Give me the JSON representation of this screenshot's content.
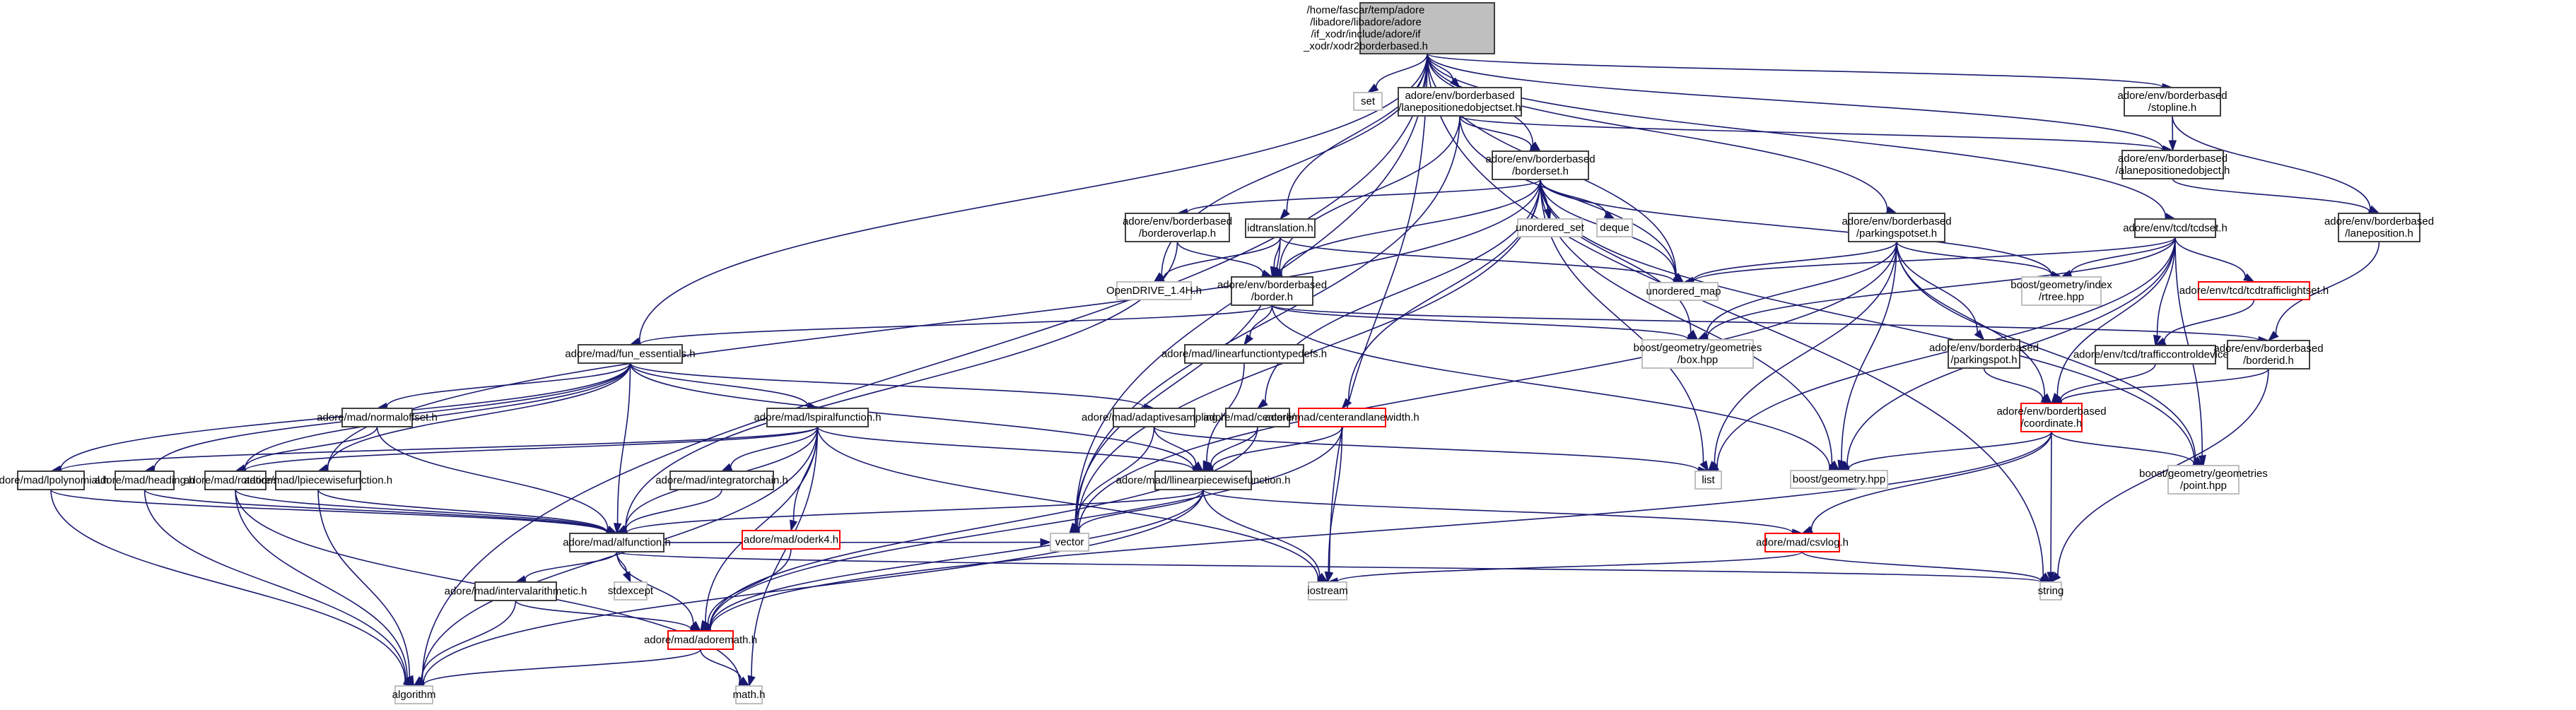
{
  "title": "Include dependency graph for xodr2borderbased.h",
  "colors": {
    "edge": "#191970",
    "root_fill": "#bfbfbf",
    "missing_border": "#ff0000",
    "external_border": "#bfbfbf",
    "normal_border": "#404040"
  },
  "nodes": [
    {
      "id": "root",
      "kind": "root",
      "lines": [
        "/home/fascar/temp/adore",
        "/libadore/libadore/adore",
        "/if_xodr/include/adore/if",
        "_xodr/xodr2borderbased.h"
      ]
    },
    {
      "id": "set",
      "kind": "external",
      "lines": [
        "set"
      ]
    },
    {
      "id": "laneposobjset",
      "kind": "normal",
      "lines": [
        "adore/env/borderbased",
        "/lanepositionedobjectset.h"
      ]
    },
    {
      "id": "stopline",
      "kind": "normal",
      "lines": [
        "adore/env/borderbased",
        "/stopline.h"
      ]
    },
    {
      "id": "alaneposobj",
      "kind": "normal",
      "lines": [
        "adore/env/borderbased",
        "/alanepositionedobject.h"
      ]
    },
    {
      "id": "borderset",
      "kind": "normal",
      "lines": [
        "adore/env/borderbased",
        "/borderset.h"
      ]
    },
    {
      "id": "laneposition",
      "kind": "normal",
      "lines": [
        "adore/env/borderbased",
        "/laneposition.h"
      ]
    },
    {
      "id": "borderoverlap",
      "kind": "normal",
      "lines": [
        "adore/env/borderbased",
        "/borderoverlap.h"
      ]
    },
    {
      "id": "idtranslation",
      "kind": "normal",
      "lines": [
        "idtranslation.h"
      ]
    },
    {
      "id": "unordered_set",
      "kind": "external",
      "lines": [
        "unordered_set"
      ]
    },
    {
      "id": "deque",
      "kind": "external",
      "lines": [
        "deque"
      ]
    },
    {
      "id": "parkingspotset",
      "kind": "normal",
      "lines": [
        "adore/env/borderbased",
        "/parkingspotset.h"
      ]
    },
    {
      "id": "tcdset",
      "kind": "normal",
      "lines": [
        "adore/env/tcd/tcdset.h"
      ]
    },
    {
      "id": "opendrive",
      "kind": "external",
      "lines": [
        "OpenDRIVE_1.4H.h"
      ]
    },
    {
      "id": "border",
      "kind": "normal",
      "lines": [
        "adore/env/borderbased",
        "/border.h"
      ]
    },
    {
      "id": "unordered_map",
      "kind": "external",
      "lines": [
        "unordered_map"
      ]
    },
    {
      "id": "rtree",
      "kind": "external",
      "lines": [
        "boost/geometry/index",
        "/rtree.hpp"
      ]
    },
    {
      "id": "tcdtrafficlightset",
      "kind": "missing",
      "lines": [
        "adore/env/tcd/tcdtrafficlightset.h"
      ]
    },
    {
      "id": "fun_essentials",
      "kind": "normal",
      "lines": [
        "adore/mad/fun_essentials.h"
      ]
    },
    {
      "id": "linearfunctiontypedefs",
      "kind": "normal",
      "lines": [
        "adore/mad/linearfunctiontypedefs.h"
      ]
    },
    {
      "id": "box",
      "kind": "external",
      "lines": [
        "boost/geometry/geometries",
        "/box.hpp"
      ]
    },
    {
      "id": "parkingspot",
      "kind": "normal",
      "lines": [
        "adore/env/borderbased",
        "/parkingspot.h"
      ]
    },
    {
      "id": "trafficcontroldevice",
      "kind": "normal",
      "lines": [
        "adore/env/tcd/trafficcontroldevice.h"
      ]
    },
    {
      "id": "borderid",
      "kind": "normal",
      "lines": [
        "adore/env/borderbased",
        "/borderid.h"
      ]
    },
    {
      "id": "normaloffset",
      "kind": "normal",
      "lines": [
        "adore/mad/normaloffset.h"
      ]
    },
    {
      "id": "lspiralfunction",
      "kind": "normal",
      "lines": [
        "adore/mad/lspiralfunction.h"
      ]
    },
    {
      "id": "adaptivesampling",
      "kind": "normal",
      "lines": [
        "adore/mad/adaptivesampling.h"
      ]
    },
    {
      "id": "centerline",
      "kind": "normal",
      "lines": [
        "adore/mad/centerline.h"
      ]
    },
    {
      "id": "centerandlanewidth",
      "kind": "missing",
      "lines": [
        "adore/mad/centerandlanewidth.h"
      ]
    },
    {
      "id": "coordinate",
      "kind": "missing",
      "lines": [
        "adore/env/borderbased",
        "/coordinate.h"
      ]
    },
    {
      "id": "list",
      "kind": "external",
      "lines": [
        "list"
      ]
    },
    {
      "id": "lpolynomial",
      "kind": "normal",
      "lines": [
        "adore/mad/lpolynomial.h"
      ]
    },
    {
      "id": "heading",
      "kind": "normal",
      "lines": [
        "adore/mad/heading.h"
      ]
    },
    {
      "id": "rotations",
      "kind": "normal",
      "lines": [
        "adore/mad/rotations.h"
      ]
    },
    {
      "id": "lpiecewisefunction",
      "kind": "normal",
      "lines": [
        "adore/mad/lpiecewisefunction.h"
      ]
    },
    {
      "id": "integratorchain",
      "kind": "normal",
      "lines": [
        "adore/mad/integratorchain.h"
      ]
    },
    {
      "id": "llinearpiecewisefunction",
      "kind": "normal",
      "lines": [
        "adore/mad/llinearpiecewisefunction.h"
      ]
    },
    {
      "id": "geometry",
      "kind": "external",
      "lines": [
        "boost/geometry.hpp"
      ]
    },
    {
      "id": "point",
      "kind": "external",
      "lines": [
        "boost/geometry/geometries",
        "/point.hpp"
      ]
    },
    {
      "id": "alfunction",
      "kind": "normal",
      "lines": [
        "adore/mad/alfunction.h"
      ]
    },
    {
      "id": "oderk4",
      "kind": "missing",
      "lines": [
        "adore/mad/oderk4.h"
      ]
    },
    {
      "id": "vector",
      "kind": "external",
      "lines": [
        "vector"
      ]
    },
    {
      "id": "csvlog",
      "kind": "missing",
      "lines": [
        "adore/mad/csvlog.h"
      ]
    },
    {
      "id": "intervalarithmetic",
      "kind": "normal",
      "lines": [
        "adore/mad/intervalarithmetic.h"
      ]
    },
    {
      "id": "stdexcept",
      "kind": "external",
      "lines": [
        "stdexcept"
      ]
    },
    {
      "id": "iostream",
      "kind": "external",
      "lines": [
        "iostream"
      ]
    },
    {
      "id": "string",
      "kind": "external",
      "lines": [
        "string"
      ]
    },
    {
      "id": "adoremath",
      "kind": "missing",
      "lines": [
        "adore/mad/adoremath.h"
      ]
    },
    {
      "id": "algorithm",
      "kind": "external",
      "lines": [
        "algorithm"
      ]
    },
    {
      "id": "math",
      "kind": "external",
      "lines": [
        "math.h"
      ]
    }
  ],
  "edges": [
    [
      "root",
      "set"
    ],
    [
      "root",
      "laneposobjset"
    ],
    [
      "root",
      "borderset"
    ],
    [
      "root",
      "stopline"
    ],
    [
      "root",
      "alaneposobj"
    ],
    [
      "root",
      "idtranslation"
    ],
    [
      "root",
      "parkingspotset"
    ],
    [
      "root",
      "tcdset"
    ],
    [
      "root",
      "opendrive"
    ],
    [
      "root",
      "unordered_map"
    ],
    [
      "root",
      "fun_essentials"
    ],
    [
      "root",
      "vector"
    ],
    [
      "root",
      "iostream"
    ],
    [
      "root",
      "string"
    ],
    [
      "root",
      "algorithm"
    ],
    [
      "laneposobjset",
      "alaneposobj"
    ],
    [
      "laneposobjset",
      "borderset"
    ],
    [
      "laneposobjset",
      "border"
    ],
    [
      "laneposobjset",
      "unordered_map"
    ],
    [
      "laneposobjset",
      "vector"
    ],
    [
      "stopline",
      "alaneposobj"
    ],
    [
      "stopline",
      "laneposition"
    ],
    [
      "alaneposobj",
      "laneposition"
    ],
    [
      "laneposition",
      "borderid"
    ],
    [
      "borderset",
      "borderoverlap"
    ],
    [
      "borderset",
      "border"
    ],
    [
      "borderset",
      "unordered_set"
    ],
    [
      "borderset",
      "deque"
    ],
    [
      "borderset",
      "unordered_map"
    ],
    [
      "borderset",
      "box"
    ],
    [
      "borderset",
      "rtree"
    ],
    [
      "borderset",
      "centerline"
    ],
    [
      "borderset",
      "centerandlanewidth"
    ],
    [
      "borderset",
      "list"
    ],
    [
      "borderset",
      "geometry"
    ],
    [
      "borderset",
      "point"
    ],
    [
      "borderset",
      "vector"
    ],
    [
      "borderset",
      "lpiecewisefunction"
    ],
    [
      "borderoverlap",
      "border"
    ],
    [
      "borderoverlap",
      "alfunction"
    ],
    [
      "idtranslation",
      "opendrive"
    ],
    [
      "idtranslation",
      "border"
    ],
    [
      "idtranslation",
      "unordered_map"
    ],
    [
      "idtranslation",
      "vector"
    ],
    [
      "parkingspotset",
      "unordered_map"
    ],
    [
      "parkingspotset",
      "rtree"
    ],
    [
      "parkingspotset",
      "box"
    ],
    [
      "parkingspotset",
      "parkingspot"
    ],
    [
      "parkingspotset",
      "coordinate"
    ],
    [
      "parkingspotset",
      "list"
    ],
    [
      "parkingspotset",
      "geometry"
    ],
    [
      "parkingspotset",
      "vector"
    ],
    [
      "parkingspotset",
      "point"
    ],
    [
      "tcdset",
      "unordered_map"
    ],
    [
      "tcdset",
      "rtree"
    ],
    [
      "tcdset",
      "tcdtrafficlightset"
    ],
    [
      "tcdset",
      "trafficcontroldevice"
    ],
    [
      "tcdset",
      "box"
    ],
    [
      "tcdset",
      "list"
    ],
    [
      "tcdset",
      "geometry"
    ],
    [
      "tcdset",
      "point"
    ],
    [
      "tcdset",
      "coordinate"
    ],
    [
      "tcdtrafficlightset",
      "trafficcontroldevice"
    ],
    [
      "trafficcontroldevice",
      "coordinate"
    ],
    [
      "borderid",
      "coordinate"
    ],
    [
      "borderid",
      "string"
    ],
    [
      "border",
      "fun_essentials"
    ],
    [
      "border",
      "linearfunctiontypedefs"
    ],
    [
      "border",
      "box"
    ],
    [
      "border",
      "borderid"
    ],
    [
      "border",
      "geometry"
    ],
    [
      "linearfunctiontypedefs",
      "llinearpiecewisefunction"
    ],
    [
      "parkingspot",
      "coordinate"
    ],
    [
      "coordinate",
      "geometry"
    ],
    [
      "coordinate",
      "point"
    ],
    [
      "coordinate",
      "string"
    ],
    [
      "coordinate",
      "csvlog"
    ],
    [
      "coordinate",
      "adoremath"
    ],
    [
      "fun_essentials",
      "lspiralfunction"
    ],
    [
      "fun_essentials",
      "normaloffset"
    ],
    [
      "fun_essentials",
      "adaptivesampling"
    ],
    [
      "fun_essentials",
      "lpolynomial"
    ],
    [
      "fun_essentials",
      "heading"
    ],
    [
      "fun_essentials",
      "rotations"
    ],
    [
      "fun_essentials",
      "lpiecewisefunction"
    ],
    [
      "fun_essentials",
      "alfunction"
    ],
    [
      "fun_essentials",
      "llinearpiecewisefunction"
    ],
    [
      "normaloffset",
      "rotations"
    ],
    [
      "normaloffset",
      "alfunction"
    ],
    [
      "lspiralfunction",
      "integratorchain"
    ],
    [
      "lspiralfunction",
      "rotations"
    ],
    [
      "lspiralfunction",
      "lpolynomial"
    ],
    [
      "lspiralfunction",
      "oderk4"
    ],
    [
      "lspiralfunction",
      "adoremath"
    ],
    [
      "lspiralfunction",
      "alfunction"
    ],
    [
      "lspiralfunction",
      "llinearpiecewisefunction"
    ],
    [
      "lspiralfunction",
      "math"
    ],
    [
      "lspiralfunction",
      "algorithm"
    ],
    [
      "lspiralfunction",
      "iostream"
    ],
    [
      "adaptivesampling",
      "llinearpiecewisefunction"
    ],
    [
      "adaptivesampling",
      "list"
    ],
    [
      "adaptivesampling",
      "vector"
    ],
    [
      "centerline",
      "llinearpiecewisefunction"
    ],
    [
      "centerline",
      "adoremath"
    ],
    [
      "centerandlanewidth",
      "llinearpiecewisefunction"
    ],
    [
      "centerandlanewidth",
      "adoremath"
    ],
    [
      "centerandlanewidth",
      "iostream"
    ],
    [
      "lpolynomial",
      "alfunction"
    ],
    [
      "lpolynomial",
      "algorithm"
    ],
    [
      "heading",
      "alfunction"
    ],
    [
      "heading",
      "algorithm"
    ],
    [
      "rotations",
      "alfunction"
    ],
    [
      "rotations",
      "algorithm"
    ],
    [
      "rotations",
      "math"
    ],
    [
      "lpiecewisefunction",
      "alfunction"
    ],
    [
      "lpiecewisefunction",
      "algorithm"
    ],
    [
      "integratorchain",
      "alfunction"
    ],
    [
      "llinearpiecewisefunction",
      "alfunction"
    ],
    [
      "llinearpiecewisefunction",
      "vector"
    ],
    [
      "llinearpiecewisefunction",
      "iostream"
    ],
    [
      "llinearpiecewisefunction",
      "csvlog"
    ],
    [
      "llinearpiecewisefunction",
      "adoremath"
    ],
    [
      "llinearpiecewisefunction",
      "algorithm"
    ],
    [
      "alfunction",
      "intervalarithmetic"
    ],
    [
      "alfunction",
      "stdexcept"
    ],
    [
      "alfunction",
      "adoremath"
    ],
    [
      "alfunction",
      "string"
    ],
    [
      "alfunction",
      "vector"
    ],
    [
      "oderk4",
      "adoremath"
    ],
    [
      "csvlog",
      "iostream"
    ],
    [
      "csvlog",
      "string"
    ],
    [
      "intervalarithmetic",
      "adoremath"
    ],
    [
      "intervalarithmetic",
      "algorithm"
    ],
    [
      "adoremath",
      "algorithm"
    ],
    [
      "adoremath",
      "math"
    ]
  ]
}
